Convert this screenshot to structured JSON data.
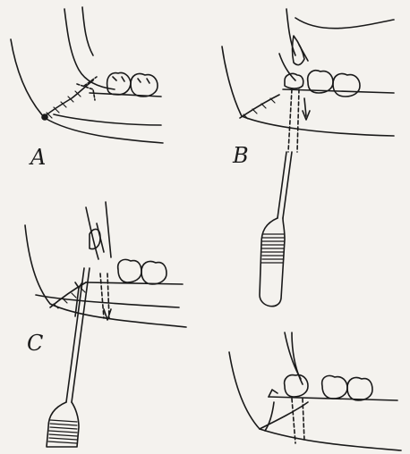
{
  "figure": {
    "panels": [
      {
        "id": "A",
        "label": "A",
        "teeth": 2
      },
      {
        "id": "B",
        "label": "B",
        "teeth": 3
      },
      {
        "id": "C",
        "label": "C",
        "teeth": 2
      },
      {
        "id": "D",
        "label": "",
        "teeth": 3
      }
    ],
    "colors": {
      "ink": "#1a1a1a",
      "paper": "#f4f2ee"
    }
  }
}
